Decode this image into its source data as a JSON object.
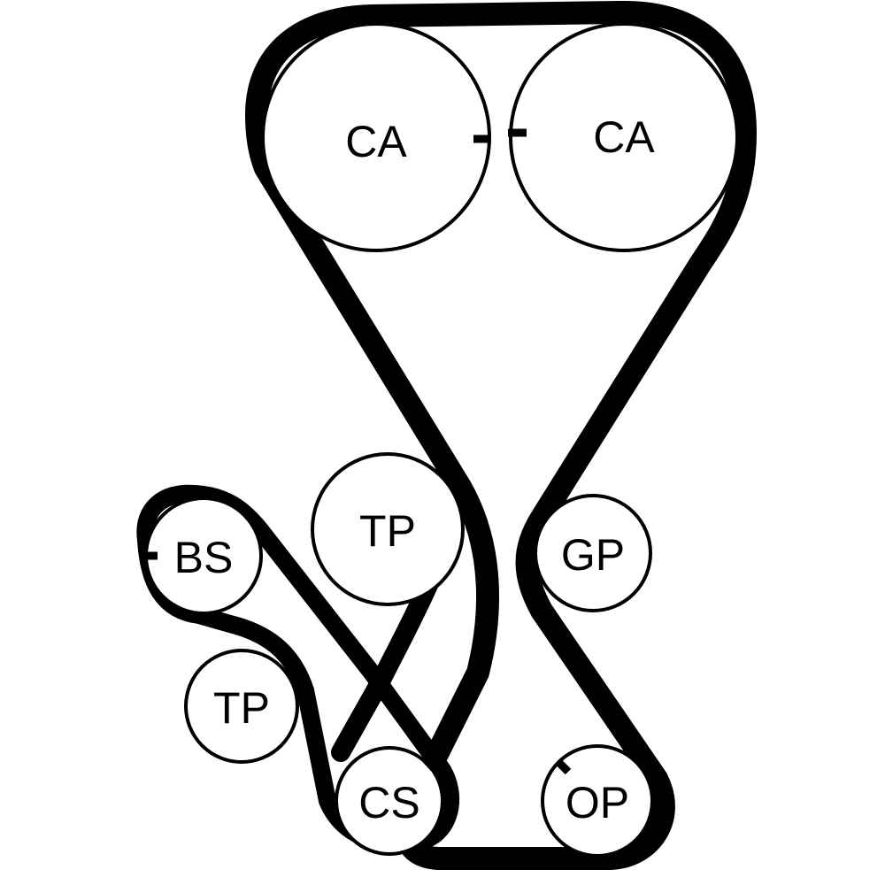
{
  "pulleys": {
    "camshaft_left": {
      "label": "CA"
    },
    "camshaft_right": {
      "label": "CA"
    },
    "tensioner_main": {
      "label": "TP"
    },
    "idler_gp": {
      "label": "GP"
    },
    "balance_shaft": {
      "label": "BS"
    },
    "tensioner_small": {
      "label": "TP"
    },
    "crankshaft": {
      "label": "CS"
    },
    "oil_pump": {
      "label": "OP"
    }
  },
  "colors": {
    "belt": "#000000",
    "pulley_fill": "#ffffff",
    "background": "#ffffff"
  }
}
